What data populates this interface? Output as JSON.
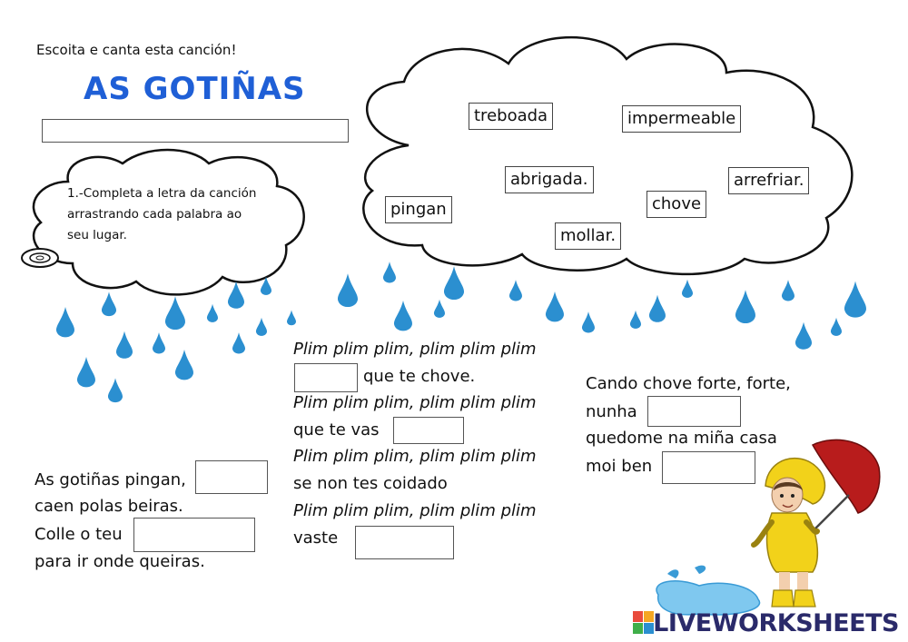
{
  "header": {
    "intro": "Escoita e canta esta canción!",
    "title": "AS GOTIÑAS"
  },
  "instruction": "1.-Completa a letra da canción arrastrando cada palabra ao seu lugar.",
  "word_bank": [
    "treboada",
    "impermeable",
    "abrigada.",
    "arrefriar.",
    "pingan",
    "chove",
    "mollar."
  ],
  "verse_left": {
    "line1": "As gotiñas pingan,",
    "line2": "caen polas beiras.",
    "line3": "Colle o teu",
    "line4": "para ir onde queiras."
  },
  "chorus": {
    "refrain": "Plim plim plim, plim plim plim",
    "line_que_te_chove": "que te chove.",
    "line_que_te_vas": "que te vas",
    "line_se_non": "se non tes coidado",
    "line_vaste": "vaste"
  },
  "verse_right": {
    "line1": "Cando chove forte, forte,",
    "line2": "nunha",
    "line3": "quedome na miña casa",
    "line4": "moi ben"
  },
  "branding": {
    "logo_text": "LIVEWORKSHEETS",
    "raindrop_color": "#2b8fd0",
    "title_color": "#1f5fd6"
  },
  "icons": [
    "raindrop-icon",
    "umbrella-icon",
    "puddle-icon",
    "girl-raincoat-illustration"
  ]
}
